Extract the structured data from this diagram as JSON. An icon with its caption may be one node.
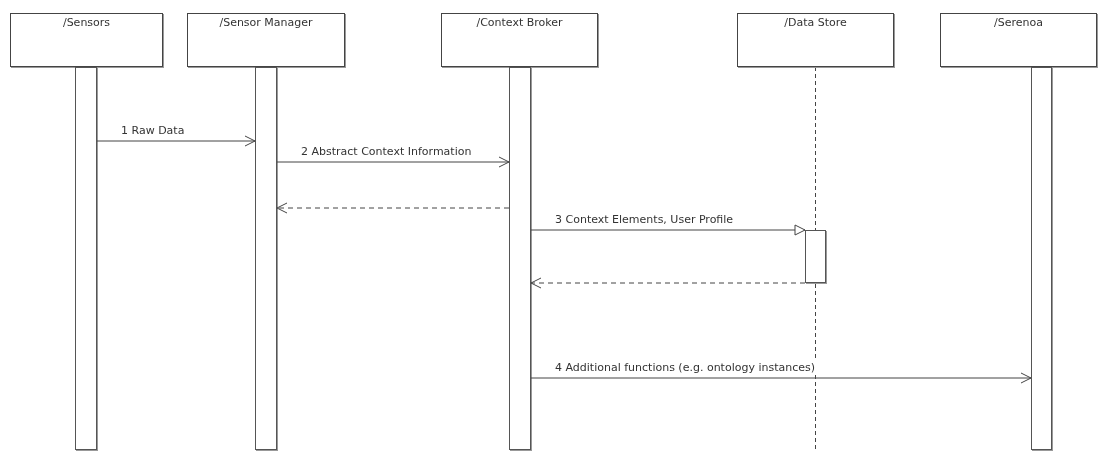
{
  "diagram": {
    "nodes": [
      {
        "text": [
          "/Sensors"
        ]
      },
      {
        "text": [
          "/Sensor Manager"
        ]
      },
      {
        "text": [
          "/Context Broker"
        ]
      },
      {
        "text": [
          "/Data Store"
        ]
      },
      {
        "text": [
          "/Serenoa"
        ]
      },
      {
        "text": [],
        "shape": "bar"
      },
      {
        "text": [],
        "shape": "bar"
      },
      {
        "text": [],
        "shape": "bar"
      },
      {
        "text": [],
        "shape": "bar"
      },
      {
        "text": [],
        "shape": "bar"
      }
    ],
    "edges": [
      {
        "from": 5,
        "to": 6,
        "arrow": "to",
        "label": "1 Raw Data"
      },
      {
        "from": 6,
        "to": 7,
        "arrow": "to",
        "label": "2 Abstract Context Information"
      },
      {
        "from": 7,
        "to": 6,
        "arrow": "to",
        "style": "dashed"
      },
      {
        "from": 7,
        "to": 8,
        "arrow": "to",
        "label": "3 Context Elements, User Profile"
      },
      {
        "from": 8,
        "to": 7,
        "arrow": "to",
        "style": "dashed"
      },
      {
        "from": 7,
        "to": 9,
        "arrow": "to",
        "label": "4 Additional functions (e.g. ontology instances)"
      }
    ]
  }
}
